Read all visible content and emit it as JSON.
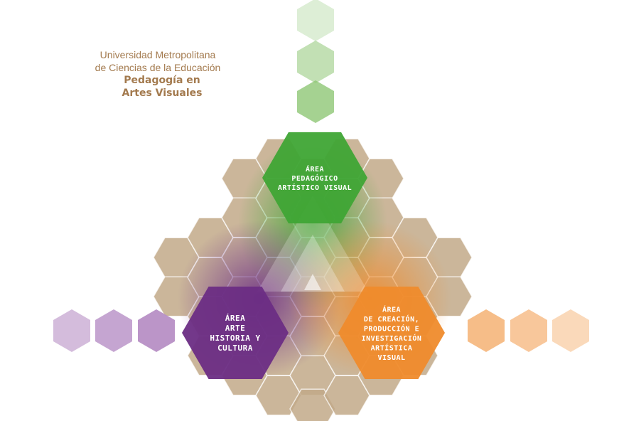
{
  "institution": {
    "line1": "Universidad Metropolitana",
    "line2": "de Ciencias de la Educación",
    "program_line1": "Pedagogía en",
    "program_line2": "Artes Visuales"
  },
  "areas": {
    "top": {
      "lines": [
        "ÁREA",
        "PEDAGÓGICO",
        "ARTÍSTICO VISUAL"
      ],
      "color": "#3fa535"
    },
    "left": {
      "lines": [
        "ÁREA",
        "ARTE",
        "HISTORIA Y",
        "CULTURA"
      ],
      "color": "#6b2d84"
    },
    "right": {
      "lines": [
        "ÁREA",
        "DE CREACIÓN,",
        "PRODUCCIÓN E",
        "INVESTIGACIÓN",
        "ARTÍSTICA",
        "VISUAL"
      ],
      "color": "#ef8b2c"
    }
  },
  "colors": {
    "green": "#3fa535",
    "light_green": "#8fc776",
    "purple": "#6b2d84",
    "light_purple": "#b78fc5",
    "orange": "#ef8b2c",
    "light_orange": "#f6b982",
    "tan": "#c2a988",
    "text_brown": "#a37a4e"
  }
}
